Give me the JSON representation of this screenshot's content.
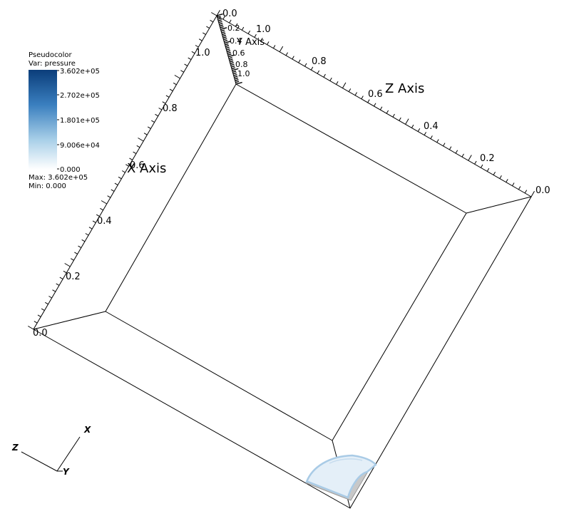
{
  "legend": {
    "title": "Pseudocolor",
    "var_label": "Var: pressure",
    "ticks": [
      "3.602e+05",
      "2.702e+05",
      "1.801e+05",
      "9.006e+04",
      "0.000"
    ],
    "max_label": "Max:  3.602e+05",
    "min_label": "Min:  0.000",
    "color_top": "#0b3d7a",
    "color_bottom": "#ffffff"
  },
  "axes": {
    "x_title": "X Axis",
    "y_title": "Y Axis",
    "z_title": "Z Axis",
    "x_ticks": [
      "0.0",
      "0.2",
      "0.4",
      "0.6",
      "0.8",
      "1.0"
    ],
    "y_ticks": [
      "0.0",
      "0.2",
      "0.4",
      "0.6",
      "0.8",
      "1.0"
    ],
    "z_ticks": [
      "0.0",
      "0.2",
      "0.4",
      "0.6",
      "0.8",
      "1.0"
    ]
  },
  "triad": {
    "x": "X",
    "y": "Y",
    "z": "Z"
  },
  "colors": {
    "surface_fill": "#e4eff8",
    "surface_edge": "#a9cbe6",
    "floor": "#c8c8c8"
  }
}
